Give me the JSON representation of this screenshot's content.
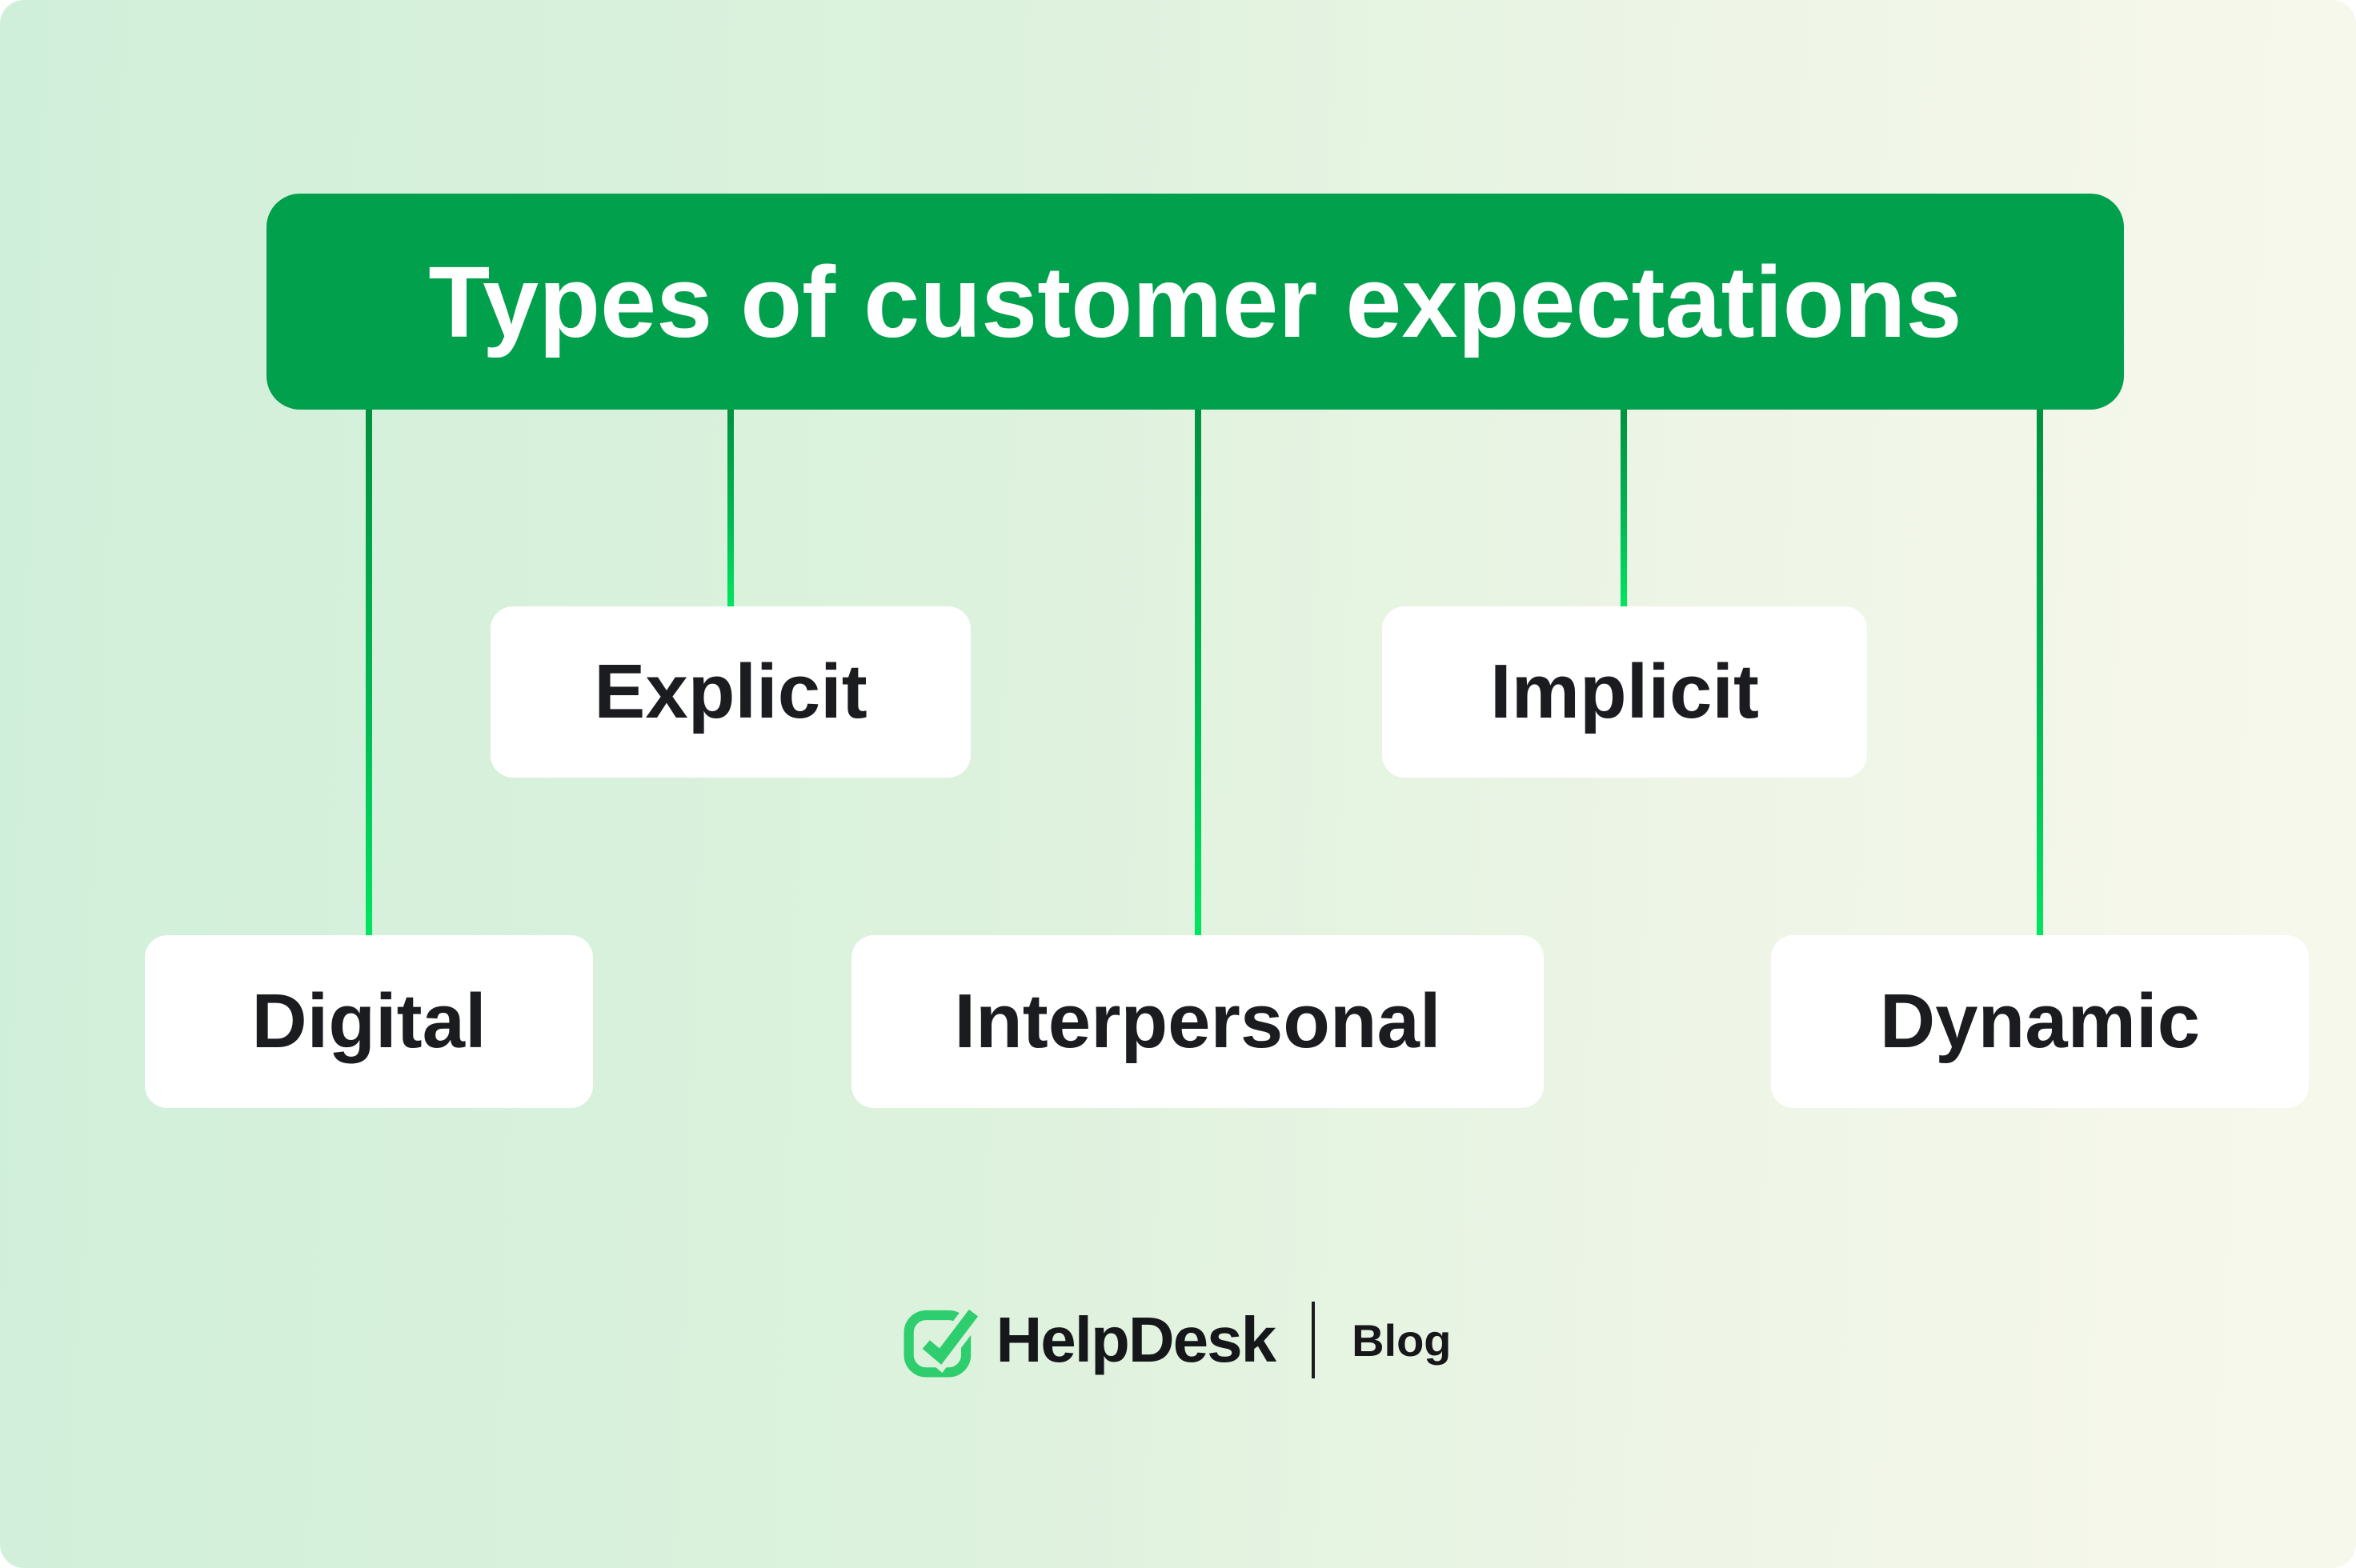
{
  "diagram": {
    "title": "Types of customer expectations",
    "nodes": [
      {
        "id": "explicit",
        "label": "Explicit"
      },
      {
        "id": "implicit",
        "label": "Implicit"
      },
      {
        "id": "digital",
        "label": "Digital"
      },
      {
        "id": "interpersonal",
        "label": "Interpersonal"
      },
      {
        "id": "dynamic",
        "label": "Dynamic"
      }
    ]
  },
  "footer": {
    "brand": "HelpDesk",
    "site": "Blog",
    "logo_icon": "check-square-icon"
  },
  "colors": {
    "banner_green": "#00a04c",
    "connector_green_top": "#00913f",
    "connector_green_bottom": "#00e661",
    "logo_green": "#2ece6e",
    "text_dark": "#1b1c20",
    "background_left": "#d0efda",
    "background_right": "#f7f8ec",
    "node_background": "#ffffff",
    "title_text": "#ffffff"
  }
}
